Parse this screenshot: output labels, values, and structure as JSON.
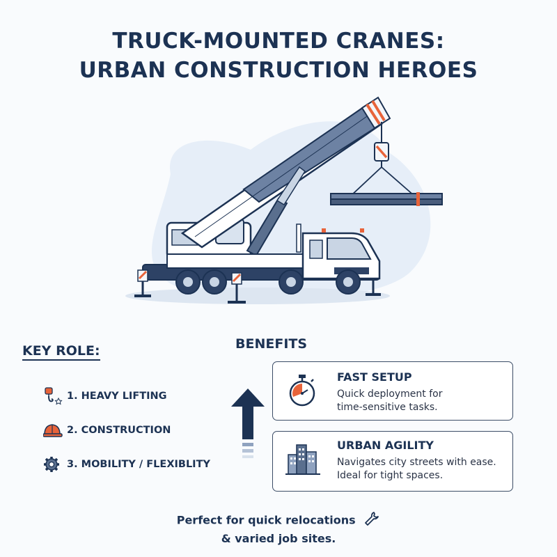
{
  "title": {
    "line1": "TRUCK-MOUNTED CRANES:",
    "line2": "URBAN CONSTRUCTION HEROES"
  },
  "key_role": {
    "heading": "KEY ROLE:",
    "items": [
      {
        "label": "1. HEAVY LIFTING",
        "icon": "crane-hook-icon"
      },
      {
        "label": "2. CONSTRUCTION",
        "icon": "hard-hat-icon"
      },
      {
        "label": "3. MOBILITY / FLEXIBLITY",
        "icon": "gear-icon"
      }
    ]
  },
  "benefits": {
    "heading": "BENEFITS",
    "cards": [
      {
        "title": "FAST SETUP",
        "desc_line1": "Quick deployment for",
        "desc_line2": "time-sensitive tasks.",
        "icon": "stopwatch-icon"
      },
      {
        "title": "URBAN AGILITY",
        "desc_line1": "Navigates city streets with ease.",
        "desc_line2": "Ideal for tight spaces.",
        "icon": "city-buildings-icon"
      }
    ]
  },
  "footer": {
    "line1": "Perfect for quick relocations",
    "line2": "& varied job sites.",
    "icon": "wrench-icon"
  },
  "colors": {
    "navy": "#1c3253",
    "accent_orange": "#e8633a",
    "steel_blue": "#5a6f8e",
    "background_blob": "#e6eef8"
  }
}
